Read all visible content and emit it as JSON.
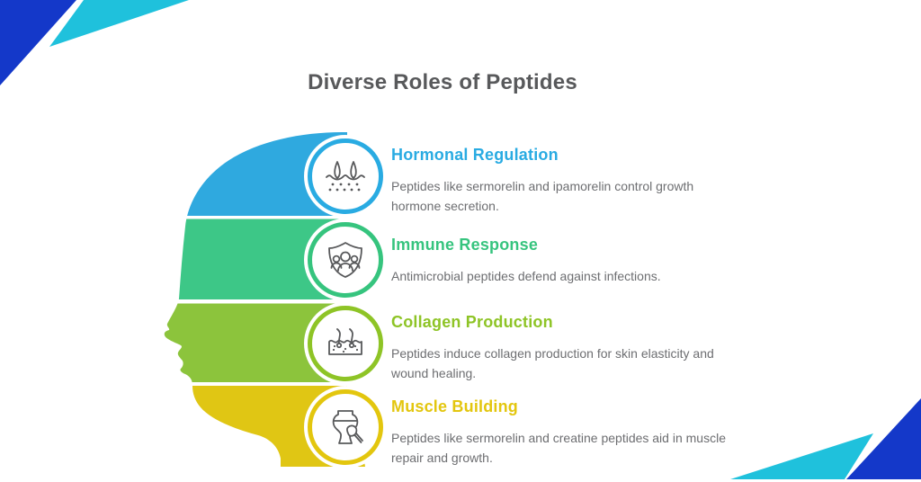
{
  "title": "Diverse Roles of Peptides",
  "sections": [
    {
      "heading": "Hormonal Regulation",
      "body": "Peptides like sermorelin and ipamorelin control growth hormone secretion.",
      "accent_color": "#29ABE2",
      "band_color": "#2FA9DF",
      "icon": "hair-follicle-icon"
    },
    {
      "heading": "Immune Response",
      "body": "Antimicrobial peptides defend against infections.",
      "accent_color": "#36C47E",
      "band_color": "#3DC787",
      "icon": "shield-people-icon"
    },
    {
      "heading": "Collagen Production",
      "body": "Peptides induce collagen production for skin elasticity and wound healing.",
      "accent_color": "#8EC426",
      "band_color": "#8CC43C",
      "icon": "skin-collagen-icon"
    },
    {
      "heading": "Muscle Building",
      "body": "Peptides like sermorelin and creatine peptides aid in muscle repair and growth.",
      "accent_color": "#E3C60E",
      "band_color": "#E0C614",
      "icon": "muscle-sculpt-icon"
    }
  ],
  "colors": {
    "title_text": "#58595B",
    "body_text": "#6D6E71",
    "icon_stroke": "#58595B",
    "corner_dark_blue": "#1438C9",
    "corner_cyan": "#1FC1DC"
  }
}
